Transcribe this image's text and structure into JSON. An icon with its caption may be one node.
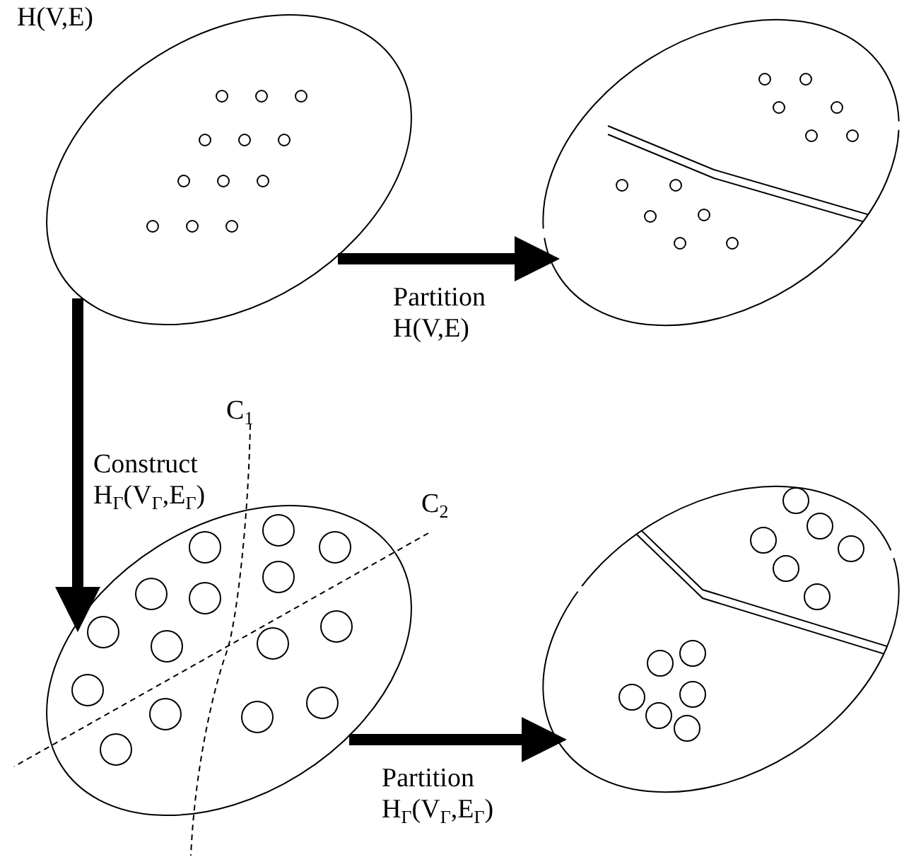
{
  "diagram": {
    "nodes": [
      {
        "text": [
          "H(V,E)"
        ]
      },
      {
        "text": [],
        "shape": "ellipse"
      },
      {
        "text": [],
        "shape": "ellipse"
      },
      {
        "text": [],
        "shape": "ellipse"
      }
    ],
    "edges": [
      {
        "from": 0,
        "to": 1,
        "arrow": "to",
        "label": "Partition H(V,E)"
      },
      {
        "from": 0,
        "to": 2,
        "arrow": "to",
        "label": "Construct H$_{Γ}$(V$_{Γ}$,E$_{Γ}$)"
      },
      {
        "from": 2,
        "to": 3,
        "arrow": "to",
        "label": "Partition H$_{Γ}$(V$_{Γ}$,E$_{Γ}$)"
      }
    ],
    "labels": [
      "C$_{1}$",
      "C$_{2}$"
    ]
  }
}
